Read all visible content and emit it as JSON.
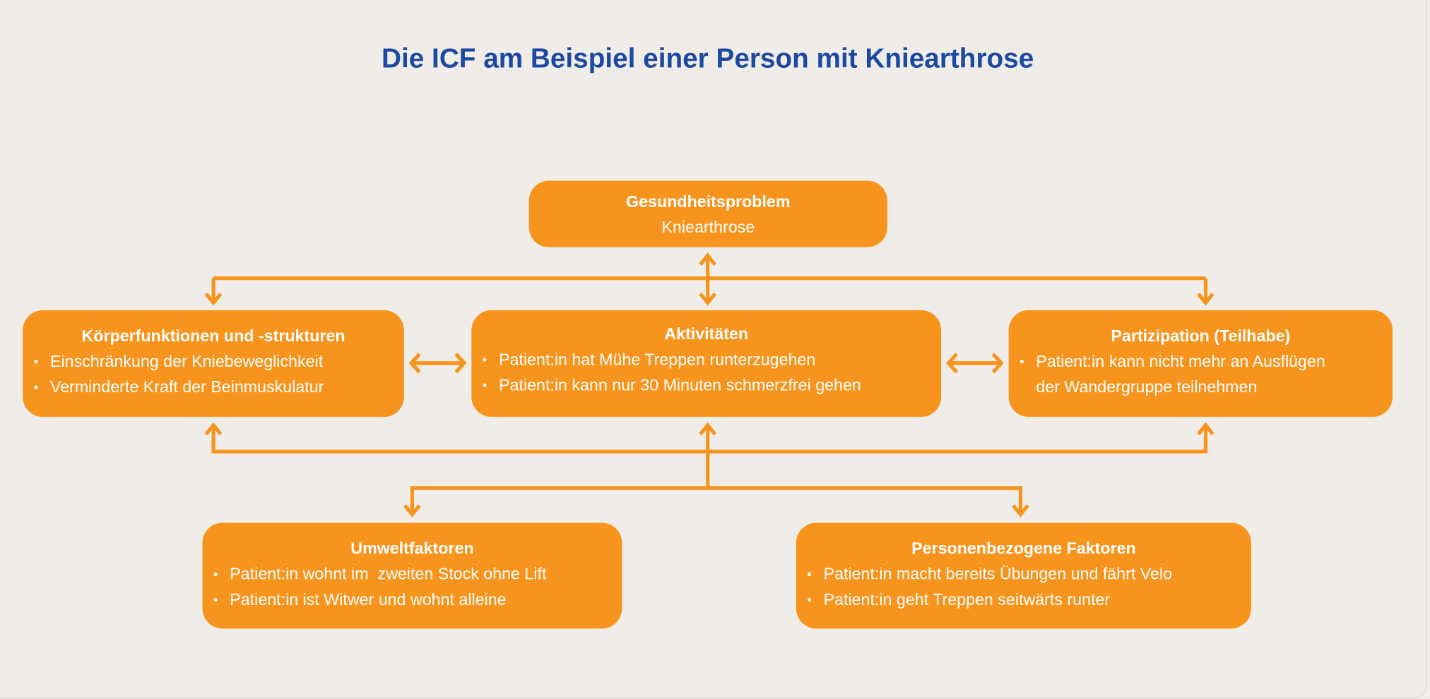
{
  "title": "Die ICF am Beispiel einer Person mit Kniearthrose",
  "health": {
    "heading": "Gesundheitsproblem",
    "text": "Kniearthrose"
  },
  "body": {
    "heading": "Körperfunktionen und -strukturen",
    "items": [
      "Einschränkung der Kniebeweglichkeit",
      "Verminderte Kraft der Beinmuskulatur"
    ]
  },
  "activities": {
    "heading": "Aktivitäten",
    "items": [
      "Patient:in hat Mühe Treppen runterzugehen",
      "Patient:in kann nur 30 Minuten schmerzfrei gehen"
    ]
  },
  "participation": {
    "heading": "Partizipation (Teilhabe)",
    "items": [
      "Patient:in kann nicht mehr an Ausflügen",
      "der Wandergruppe teilnehmen"
    ]
  },
  "environment": {
    "heading": "Umweltfaktoren",
    "items": [
      "Patient:in wohnt im  zweiten Stock ohne Lift",
      "Patient:in ist Witwer und wohnt alleine"
    ]
  },
  "personal": {
    "heading": "Personenbezogene Faktoren",
    "items": [
      "Patient:in macht bereits Übungen und fährt Velo",
      "Patient:in geht Treppen seitwärts runter"
    ]
  },
  "colors": {
    "accent": "#f7941d",
    "title": "#1d4aa0",
    "background": "#f0ede8"
  }
}
